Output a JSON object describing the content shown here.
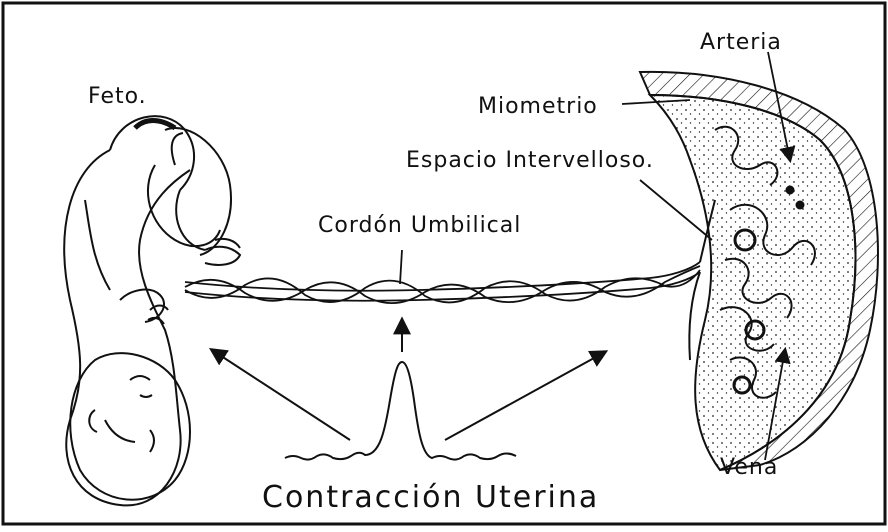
{
  "labels": {
    "feto": "Feto.",
    "arteria": "Arteria",
    "miometrio": "Miometrio",
    "espacio": "Espacio Intervelloso.",
    "cordon": "Cordón Umbilical",
    "vena": "Vena",
    "contraccion": "Contracción Uterina"
  },
  "colors": {
    "ink": "#111111",
    "paper": "#ffffff"
  }
}
